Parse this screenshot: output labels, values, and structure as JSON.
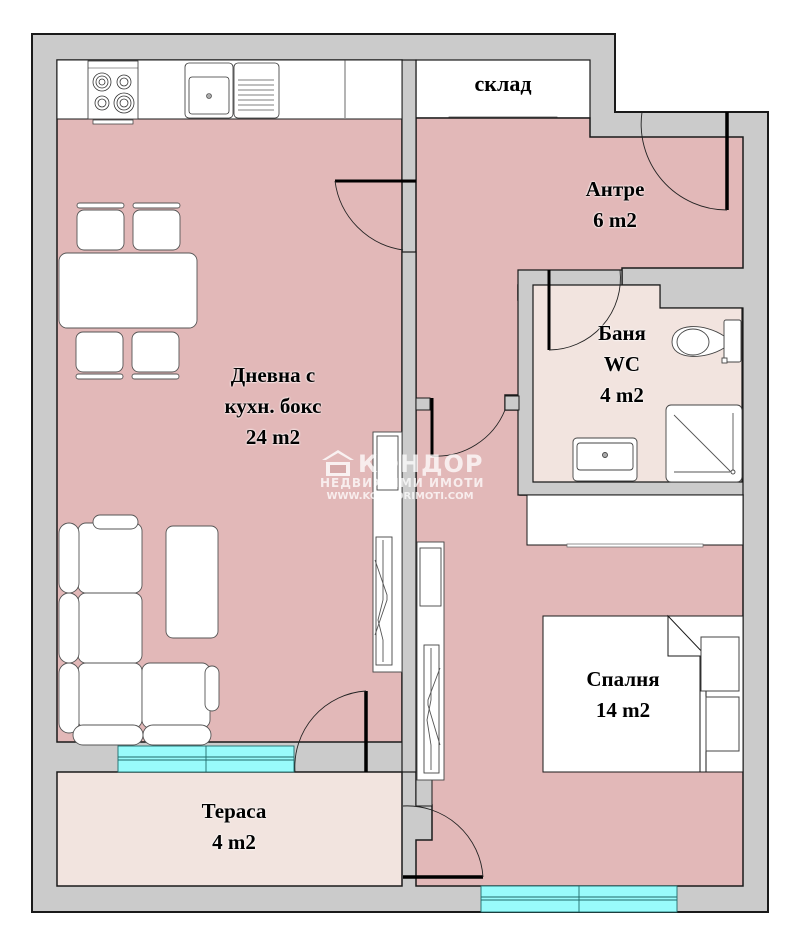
{
  "colors": {
    "wall": "#cbcbcb",
    "wall_outline": "#1a1a1a",
    "room_floor": "#e2b8b8",
    "wet_floor": "#f2e4df",
    "furniture": "#ffffff",
    "window_glass": "#99fbfb",
    "door_leaf": "#000000"
  },
  "rooms": [
    {
      "id": "living",
      "name_line1": "Дневна с",
      "name_line2": "кухн. бокс",
      "area": "24 m2"
    },
    {
      "id": "storage",
      "name_line1": "склад"
    },
    {
      "id": "hall",
      "name_line1": "Антре",
      "area": "6 m2"
    },
    {
      "id": "bath",
      "name_line1": "Баня",
      "name_line2": "WC",
      "area": "4 m2"
    },
    {
      "id": "bedroom",
      "name_line1": "Спалня",
      "area": "14 m2"
    },
    {
      "id": "terrace",
      "name_line1": "Тераса",
      "area": "4 m2"
    }
  ],
  "watermark": {
    "brand": "КОНДОР",
    "subtitle": "НЕДВИЖИМИ ИМОТИ",
    "url": "WWW.KONDORIMOTI.COM"
  }
}
